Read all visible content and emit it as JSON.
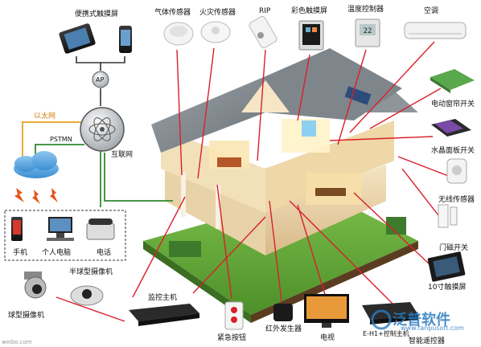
{
  "labels": {
    "tablet": "便携式触摸屏",
    "gas_sensor": "气体传感器",
    "fire_sensor": "火灾传感器",
    "rip": "RIP",
    "color_touch": "彩色触摸屏",
    "thermostat": "温度控制器",
    "aircon": "空调",
    "ap": "AP",
    "ethernet": "以太网",
    "pstmn": "PSTMN",
    "internet": "互联网",
    "curtain_switch": "电动窗帘开关",
    "crystal_switch": "水晶面板开关",
    "wireless_sensor": "无线传感器",
    "door_sensor": "门磁开关",
    "touch10": "10寸触摸屏",
    "phone": "手机",
    "pc": "个人电脑",
    "tel": "电话",
    "half_camera": "半球型摄像机",
    "ball_camera": "球型摄像机",
    "monitor_host": "监控主机",
    "emergency": "紧急按钮",
    "ir": "红外发生器",
    "tv": "电视",
    "controller": "E-H1+控制主机",
    "remote": "智能遥控器"
  },
  "thermostat_display": "22",
  "watermark": {
    "brand": "泛普软件",
    "url": "www.fanpusoft.com",
    "source": "weibo.com"
  },
  "colors": {
    "red_line": "#d9202a",
    "green_line": "#2f8a2f",
    "orange_line": "#e8a020",
    "dark_line": "#333333",
    "watermark_blue": "#2b7bbf"
  }
}
